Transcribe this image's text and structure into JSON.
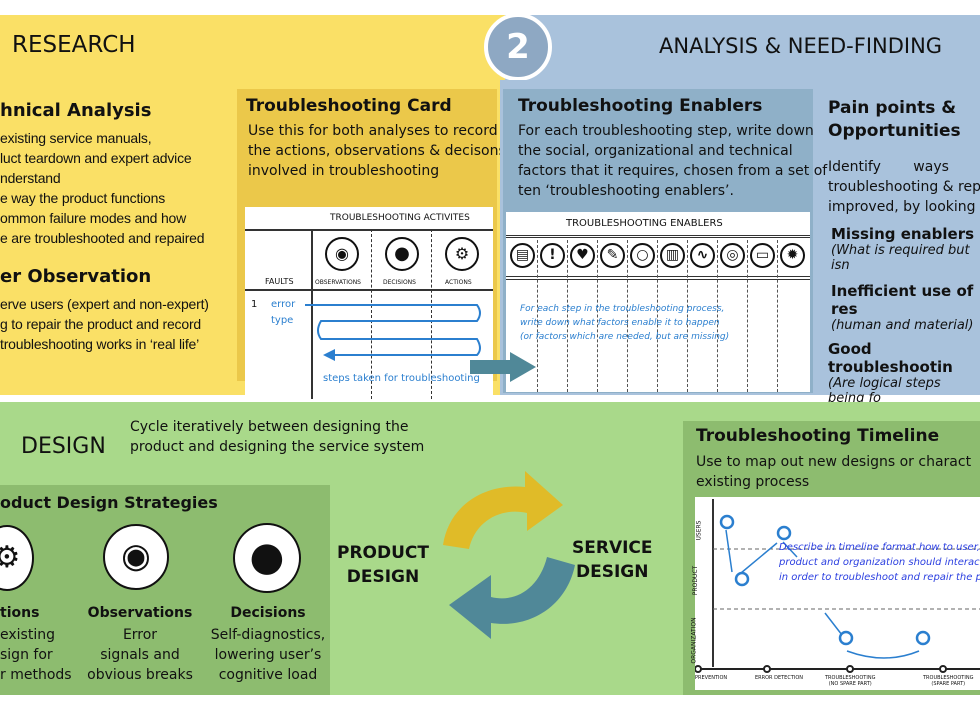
{
  "header": {
    "research": "RESEARCH",
    "step_number": "2",
    "analysis": "ANALYSIS & NEED-FINDING"
  },
  "research": {
    "technical_title": "hnical Analysis",
    "technical_lines": [
      "existing service manuals,",
      "luct teardown and expert advice",
      "nderstand",
      "e way the product functions",
      "ommon failure modes and how",
      "e are troubleshooted and repaired"
    ],
    "observation_title": "er Observation",
    "observation_lines": [
      "erve users (expert and non-expert)",
      "g to repair the product and record",
      "troubleshooting works in ‘real life’"
    ]
  },
  "card": {
    "title": "Troubleshooting Card",
    "desc": [
      "Use this for both analyses to record",
      "the actions, observations & decisons",
      "involved in troubleshooting"
    ],
    "table_title": "TROUBLESHOOTING ACTIVITES",
    "faults": "FAULTS",
    "observations": "OBSERVATIONS",
    "decisions": "DECISIONS",
    "actions": "ACTIONS",
    "row_number": "1",
    "error": "error",
    "type": "type",
    "steps": "steps taken for troubleshooting"
  },
  "enablers": {
    "title": "Troubleshooting Enablers",
    "desc": [
      "For each troubleshooting step, write down",
      "the social, organizational and technical",
      "factors that it requires, chosen from a set of",
      "ten ‘troubleshooting enablers’."
    ],
    "table_title": "TROUBLESHOOTING ENABLERS",
    "icons": [
      "manual-icon",
      "alert-icon",
      "heart-icon",
      "tool-icon",
      "part-icon",
      "book-icon",
      "diagram-icon",
      "listen-icon",
      "kit-icon",
      "gear-icon"
    ],
    "note": [
      "For each step in the troubleshooting process,",
      "write down what factors enable it to happen",
      "(or factors which are needed, but are missing)"
    ]
  },
  "pain": {
    "title": [
      "Pain points &",
      "Opportunities"
    ],
    "desc": [
      "Identify ways in",
      "troubleshooting & repa",
      "improved, by looking fo"
    ],
    "items": [
      {
        "title": "Missing enablers",
        "sub": "(What is required but isn"
      },
      {
        "title": "Inefficient use of res",
        "sub": "(human and material)"
      },
      {
        "title": "Good troubleshootin",
        "sub": "(Are logical steps being fo"
      }
    ]
  },
  "design": {
    "title": "DESIGN",
    "desc": [
      "Cycle iteratively between designing the",
      "product and designing the service system"
    ],
    "strategies_title": "oduct Design Strategies",
    "strategies": [
      {
        "title": "tions",
        "lines": [
          "existing",
          "sign for",
          "r methods"
        ]
      },
      {
        "title": "Observations",
        "lines": [
          "Error",
          "signals and",
          "obvious breaks"
        ]
      },
      {
        "title": "Decisions",
        "lines": [
          "Self-diagnostics,",
          "lowering user’s",
          "cognitive load"
        ]
      }
    ],
    "product": [
      "PRODUCT",
      "DESIGN"
    ],
    "service": [
      "SERVICE",
      "DESIGN"
    ],
    "colors": {
      "cycle_yellow": "#e0bb28",
      "cycle_teal": "#508898"
    }
  },
  "timeline": {
    "title": "Troubleshooting Timeline",
    "desc": [
      "Use to map out new designs or charact",
      "existing process"
    ],
    "lanes": [
      "USERS",
      "PRODUCT",
      "ORGANIZATION"
    ],
    "note": [
      "Describe in timeline format how to user,",
      "product and organization should interact",
      "in order to troubleshoot and repair the pr"
    ],
    "stages": [
      "PREVENTION",
      "ERROR DETECTION",
      "TROUBLESHOOTING",
      "(NO SPARE PART)",
      "TROUBLESHOOTING",
      "(SPARE PART)"
    ]
  }
}
